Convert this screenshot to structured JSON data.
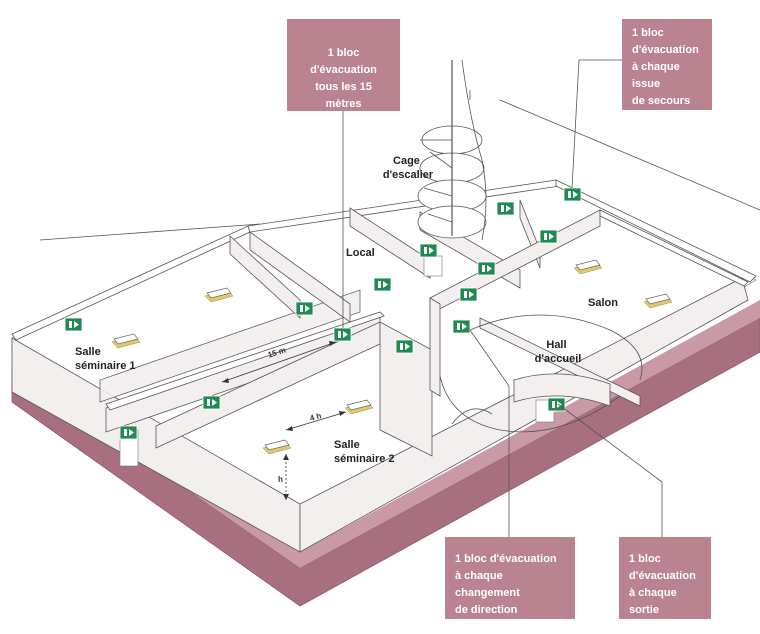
{
  "callouts": {
    "every_15m": "1 bloc d'évacuation\ntous les 15 mètres",
    "every_exit_issue": "1 bloc\nd'évacuation\nà chaque issue\nde secours",
    "every_direction_change": "1 bloc d'évacuation\nà chaque changement\nde direction",
    "every_exit": "1 bloc\nd'évacuation\nà chaque sortie"
  },
  "rooms": {
    "cage_escalier": [
      "Cage",
      "d'escalier"
    ],
    "local": "Local",
    "salon": "Salon",
    "hall": [
      "Hall",
      "d'accueil"
    ],
    "salle_1": [
      "Salle",
      "séminaire 1"
    ],
    "salle_2": [
      "Salle",
      "séminaire 2"
    ]
  },
  "dimensions": {
    "distance_15m": "15 m",
    "spacing_4h": "4 h",
    "height_h": "h"
  },
  "colors": {
    "accent": "#b9838f",
    "floor_edge": "#a8707f",
    "sign_green": "#1f8a52"
  },
  "icons": {
    "exit_sign": "exit-sign-icon",
    "emergency_lamp": "emergency-lamp-icon"
  }
}
